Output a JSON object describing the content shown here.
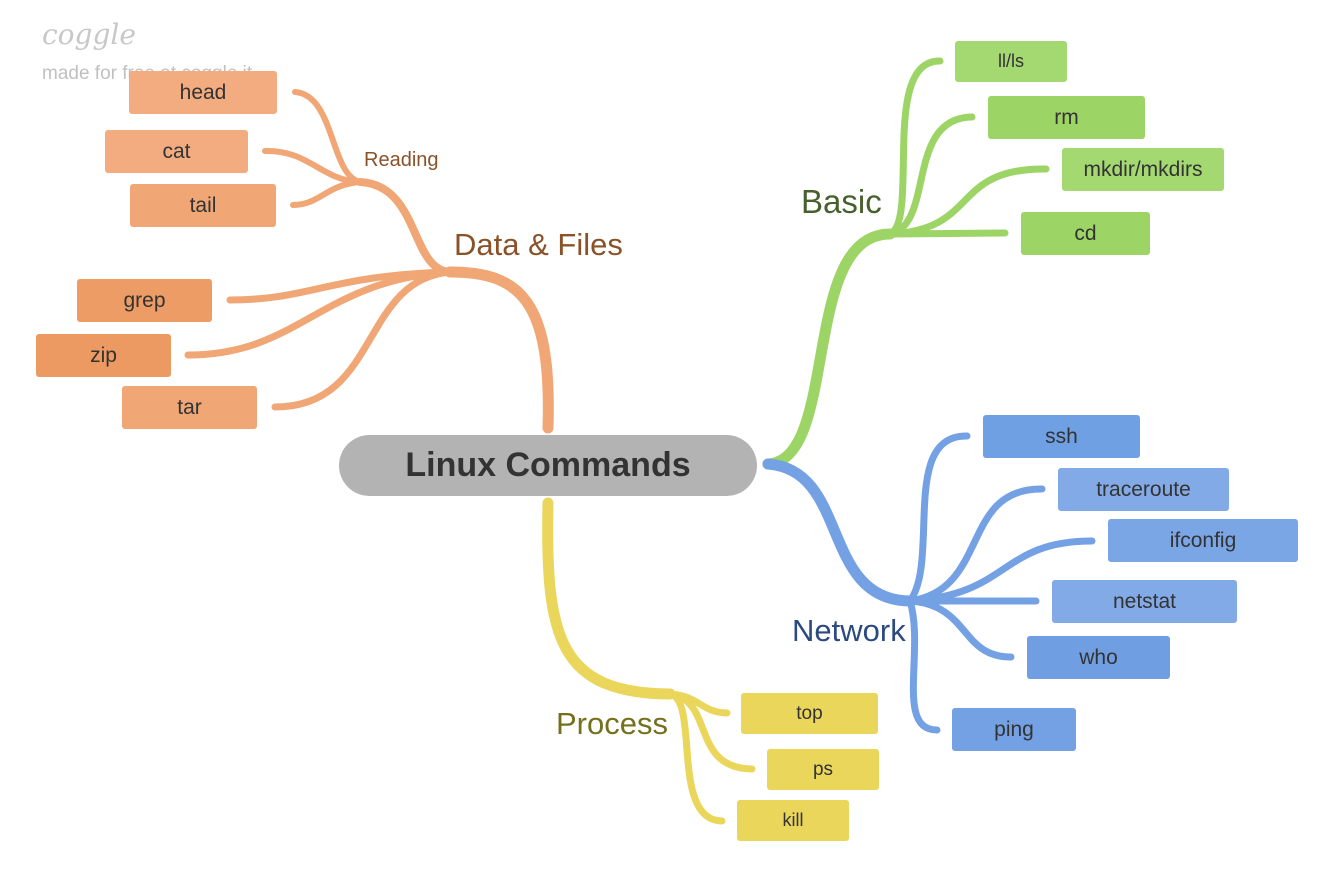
{
  "logo": "coggle",
  "made_for": "made for free at coggle.it",
  "root": "Linux Commands",
  "branches": {
    "data_files": {
      "label": "Data & Files",
      "color": "#f0a675",
      "reading": {
        "label": "Reading",
        "items": [
          "head",
          "cat",
          "tail"
        ]
      },
      "items": [
        "grep",
        "zip",
        "tar"
      ]
    },
    "basic": {
      "label": "Basic",
      "color": "#9dd466",
      "items": [
        "ll/ls",
        "rm",
        "mkdir/mkdirs",
        "cd"
      ]
    },
    "network": {
      "label": "Network",
      "color": "#74a0e4",
      "items": [
        "ssh",
        "traceroute",
        "ifconfig",
        "netstat",
        "who",
        "ping"
      ]
    },
    "process": {
      "label": "Process",
      "color": "#ebd65c",
      "items": [
        "top",
        "ps",
        "kill"
      ]
    }
  }
}
